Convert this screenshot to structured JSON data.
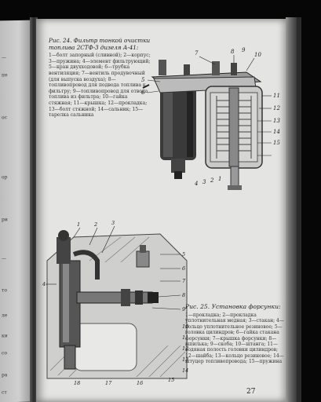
{
  "figure24": {
    "caption": "Рис. 24. Фильтр тонкой очистки топлива 2СТФ-3 дизеля А-41:",
    "legend": "1—болт запорный (сливной); 2—корпус; 3—пружина; 4—элемент фильтрующий; 5—кран двухходовой; 6—трубка вентиляция; 7—вентиль продувочный (для выпуска воздуха); 8—топливопровод для подвода топлива к фильтру; 9—топливопровод для отвода топлива из фильтра; 10—гайка стяжная; 11—крышка; 12—прокладка; 13—болт стяжной; 14—сальник; 15—тарелка сальника",
    "labels": [
      "5",
      "6",
      "7",
      "8",
      "9",
      "10",
      "11",
      "12",
      "13",
      "14",
      "15",
      "1",
      "2",
      "3",
      "4"
    ]
  },
  "figure25": {
    "caption": "Рис. 25. Установка форсунки:",
    "legend": "1—прокладка; 2—прокладка уплотнительная медная; 3—стакан; 4—кольцо уплотнительное резиновое; 5—головка цилиндров; 6—гайка стакана форсунки; 7—крышка форсунки; 8—шпилька; 9—скоба; 10—штанга; 11—водяная полость головки цилиндров; 12—шайба; 13—кольцо резиновое; 14—штуцер топливопровода; 15—пружина",
    "labels": [
      "1",
      "2",
      "3",
      "4",
      "5",
      "6",
      "7",
      "8",
      "9",
      "10",
      "11",
      "12",
      "13",
      "14",
      "15",
      "16",
      "17",
      "18"
    ]
  },
  "page_number": "27",
  "left_page_fragments": [
    "—",
    "пе",
    "ос",
    "ор",
    "ри",
    "—",
    "то",
    "ле",
    "ки",
    "со",
    "ра",
    "ст"
  ]
}
